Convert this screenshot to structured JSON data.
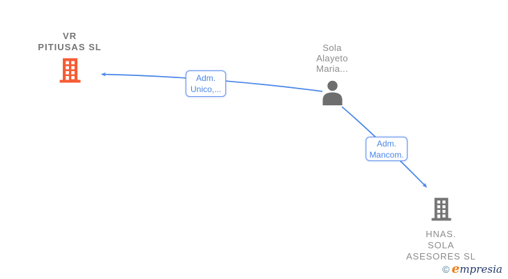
{
  "diagram": {
    "nodes": {
      "company_main": {
        "label": "VR PITIUSAS SL",
        "lines": [
          "VR",
          "PITIUSAS SL"
        ],
        "icon": "building-icon",
        "icon_color": "#f75b34",
        "text_style": "bold-gray"
      },
      "person": {
        "label": "Sola Alayeto Maria...",
        "lines": [
          "Sola",
          "Alayeto",
          "Maria..."
        ],
        "icon": "person-icon",
        "icon_color": "#6e6e6e",
        "text_style": "regular-gray"
      },
      "company_related": {
        "label": "HNAS. SOLA ASESORES SL",
        "lines": [
          "HNAS.",
          "SOLA",
          "ASESORES SL"
        ],
        "icon": "building-icon",
        "icon_color": "#757575",
        "text_style": "regular-gray"
      }
    },
    "edges": {
      "adm_unico": {
        "from": "Sola Alayeto Maria...",
        "to": "VR PITIUSAS SL",
        "label": "Adm. Unico,...",
        "lines": [
          "Adm.",
          "Unico,..."
        ]
      },
      "adm_mancom": {
        "from": "Sola Alayeto Maria...",
        "to": "HNAS. SOLA ASESORES SL",
        "label": "Adm. Mancom.",
        "lines": [
          "Adm.",
          "Mancom."
        ]
      }
    },
    "colors": {
      "edge_blue": "#4a86e8",
      "company_orange": "#f75b34",
      "node_gray": "#757575",
      "label_text_blue": "#4a86e8"
    }
  },
  "watermark": {
    "copyright": "©",
    "brand_first_letter": "e",
    "brand_rest": "mpresia"
  }
}
